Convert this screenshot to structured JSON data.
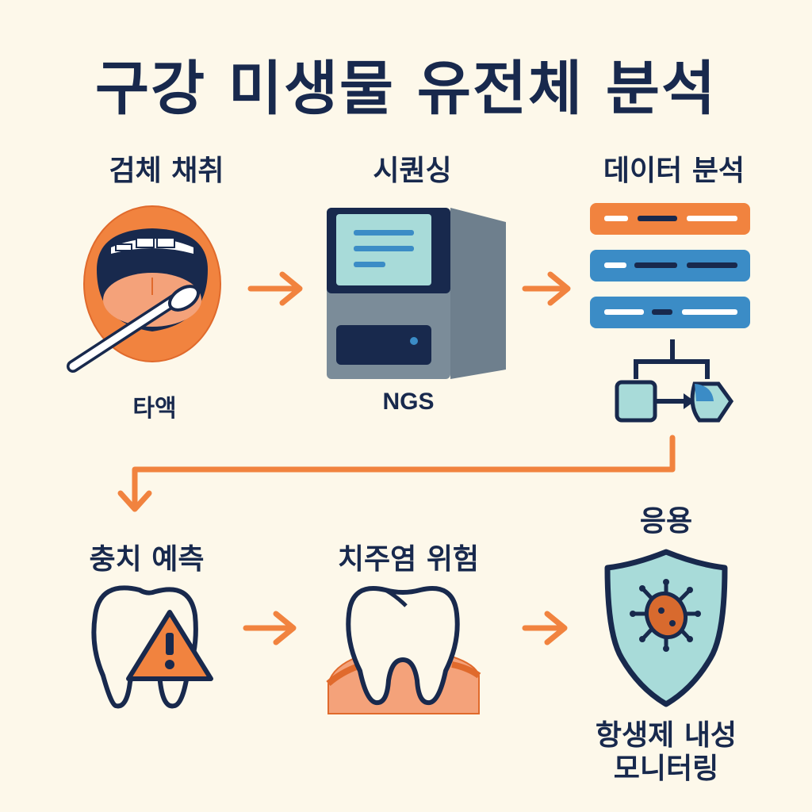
{
  "title": "구강 미생물 유전체 분석",
  "steps": {
    "collect": {
      "label": "검체 채취",
      "sub": "타액"
    },
    "sequence": {
      "label": "시퀀싱",
      "sub": "NGS"
    },
    "analyze": {
      "label": "데이터 분석"
    }
  },
  "applications": {
    "caries": {
      "label": "충치 예측"
    },
    "periodontal": {
      "label": "치주염 위험"
    },
    "resistance": {
      "header": "응용",
      "label_line1": "항생제 내성",
      "label_line2": "모니터링"
    }
  },
  "colors": {
    "navy": "#18294d",
    "orange": "#f1833f",
    "blue": "#3b8cc6",
    "teal": "#a8dbd9",
    "gray": "#6e7f8d",
    "background": "#fdf8ea"
  }
}
